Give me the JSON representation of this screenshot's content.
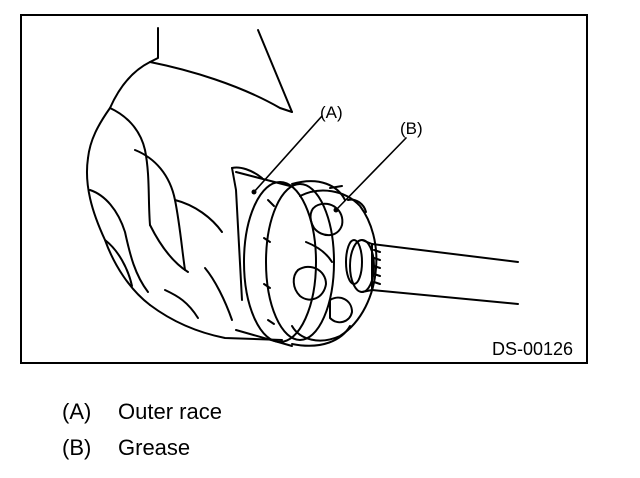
{
  "figure": {
    "code": "DS-00126",
    "callouts": [
      {
        "key": "(A)",
        "target": "outer-race"
      },
      {
        "key": "(B)",
        "target": "grease"
      }
    ]
  },
  "legend": [
    {
      "key": "(A)",
      "text": "Outer race"
    },
    {
      "key": "(B)",
      "text": "Grease"
    }
  ],
  "colors": {
    "ink": "#000000",
    "paper": "#ffffff"
  }
}
